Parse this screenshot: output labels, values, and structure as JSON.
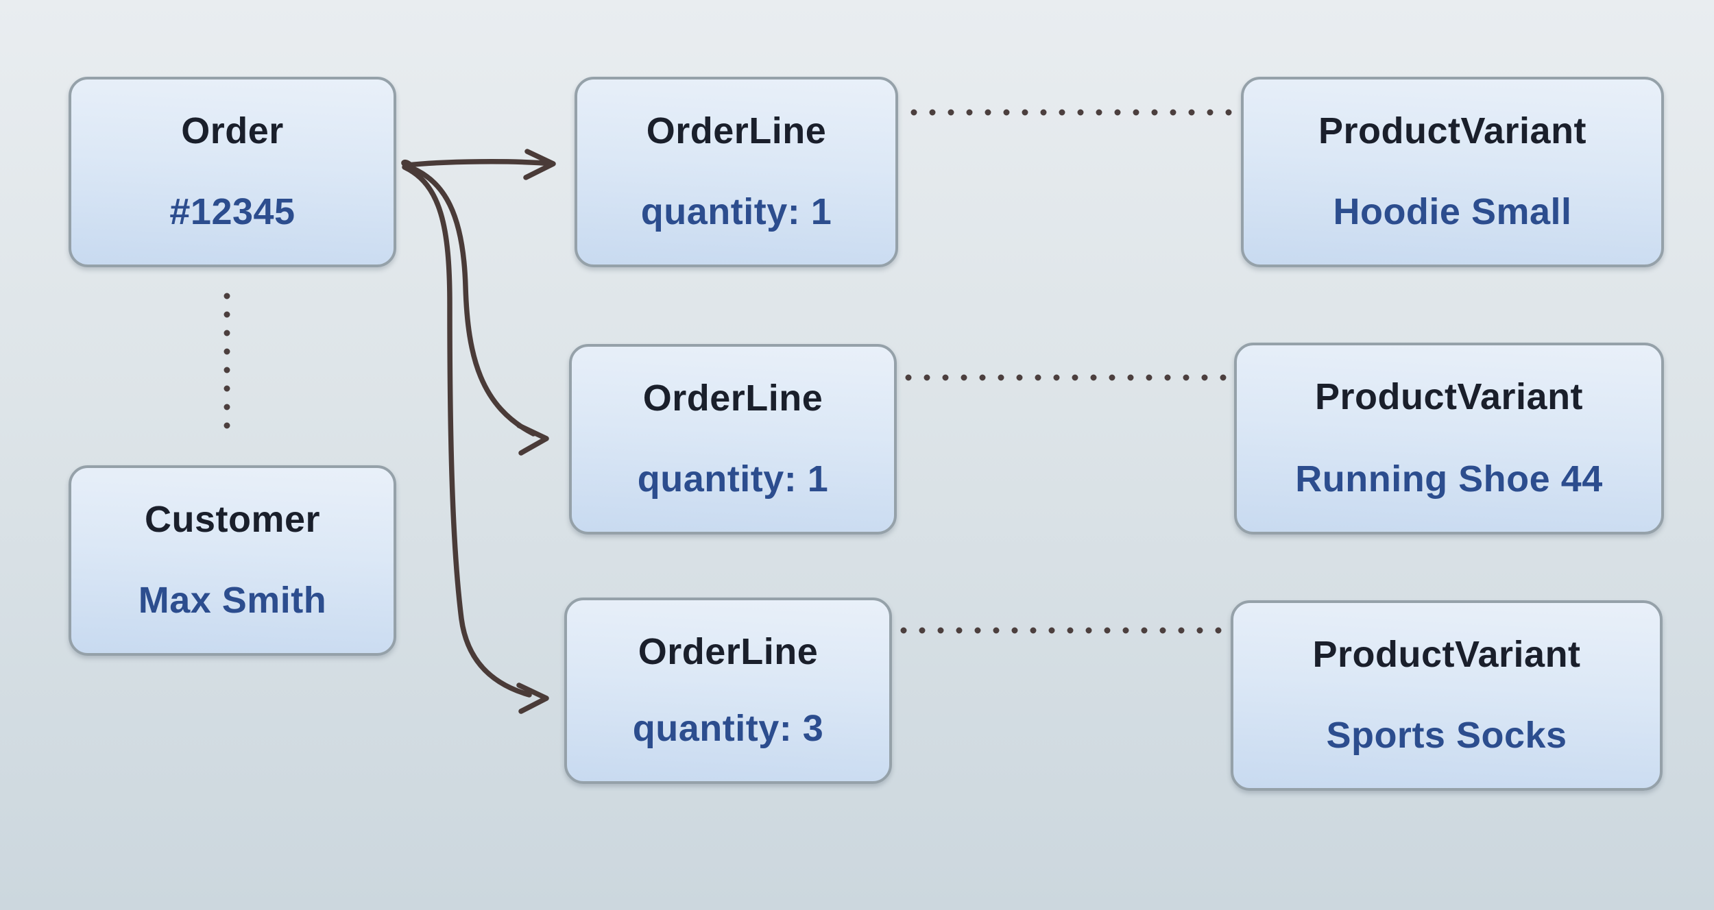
{
  "title": "Order data model diagram",
  "colors": {
    "background_top": "#e9edf0",
    "background_bottom": "#ccd7de",
    "node_border": "#95a1a9",
    "node_fill_top": "#e9f0f9",
    "node_fill_bottom": "#c8daf0",
    "node_title_text": "#1a1f2b",
    "node_value_text": "#2c4d8e",
    "arrow_stroke": "#4a3b38",
    "dotted_stroke": "#4c3f3e"
  },
  "nodes": [
    {
      "id": "order",
      "title": "Order",
      "value": "#12345"
    },
    {
      "id": "customer",
      "title": "Customer",
      "value": "Max Smith"
    },
    {
      "id": "orderline-1",
      "title": "OrderLine",
      "value": "quantity: 1"
    },
    {
      "id": "orderline-2",
      "title": "OrderLine",
      "value": "quantity: 1"
    },
    {
      "id": "orderline-3",
      "title": "OrderLine",
      "value": "quantity: 3"
    },
    {
      "id": "productvariant-1",
      "title": "ProductVariant",
      "value": "Hoodie Small"
    },
    {
      "id": "productvariant-2",
      "title": "ProductVariant",
      "value": "Running Shoe 44"
    },
    {
      "id": "productvariant-3",
      "title": "ProductVariant",
      "value": "Sports Socks"
    }
  ],
  "edges": [
    {
      "from": "order",
      "to": "orderline-1",
      "style": "solid-arrow"
    },
    {
      "from": "order",
      "to": "orderline-2",
      "style": "solid-arrow"
    },
    {
      "from": "order",
      "to": "orderline-3",
      "style": "solid-arrow"
    },
    {
      "from": "order",
      "to": "customer",
      "style": "dotted"
    },
    {
      "from": "orderline-1",
      "to": "productvariant-1",
      "style": "dotted"
    },
    {
      "from": "orderline-2",
      "to": "productvariant-2",
      "style": "dotted"
    },
    {
      "from": "orderline-3",
      "to": "productvariant-3",
      "style": "dotted"
    }
  ]
}
